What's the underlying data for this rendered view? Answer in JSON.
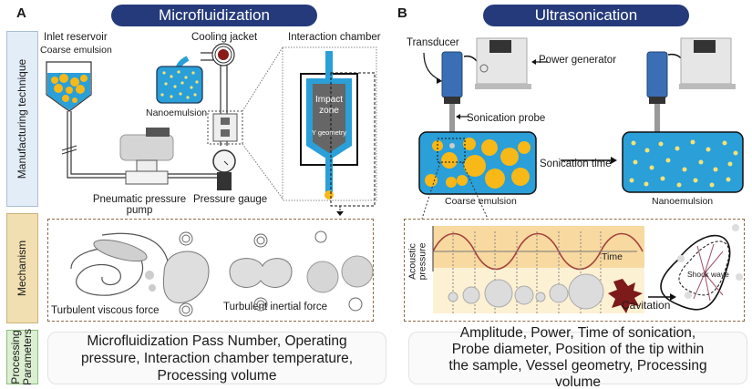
{
  "panels": {
    "a": {
      "letter": "A",
      "title": "Microfluidization",
      "labels": {
        "inlet_reservoir": "Inlet reservoir",
        "coarse_emulsion": "Coarse emulsion",
        "cooling_jacket": "Cooling jacket",
        "interaction_chamber": "Interaction chamber",
        "nanoemulsion": "Nanoemulsion",
        "impact_zone_line1": "Impact",
        "impact_zone_line2": "zone",
        "y_geometry": "Y geometry",
        "pneumatic_pump_line1": "Pneumatic pressure",
        "pneumatic_pump_line2": "pump",
        "pressure_gauge": "Pressure gauge"
      },
      "mechanism": {
        "viscous": "Turbulent viscous force",
        "inertial": "Turbulent inertial force"
      },
      "parameters": "Microfluidization Pass Number, Operating pressure, Interaction chamber temperature, Processing volume"
    },
    "b": {
      "letter": "B",
      "title": "Ultrasonication",
      "labels": {
        "transducer": "Transducer",
        "power_generator": "Power generator",
        "sonication_probe": "Sonication probe",
        "coarse_emulsion": "Coarse emulsion",
        "sonication_time": "Sonication time",
        "nanoemulsion": "Nanoemulsion"
      },
      "mechanism": {
        "acoustic_line1": "Acoustic",
        "acoustic_line2": "pressure",
        "time": "Time",
        "cavitation": "Cavitation",
        "shock_wave": "Shock wave"
      },
      "parameters": "Amplitude, Power, Time of sonication, Probe diameter, Position of the tip within the sample, Vessel geometry, Processing volume"
    }
  },
  "row_labels": {
    "manufacturing": "Manufacturing technique",
    "mechanism": "Mechanism",
    "processing_line1": "Processing",
    "processing_line2": "Parameters"
  },
  "colors": {
    "pill": "#253a7a",
    "emulsion_blue": "#2a9fd8",
    "droplet_yellow": "#f7b818",
    "droplet_light": "#f3e27a",
    "wave": "#a0403a",
    "cavitation": "#7d1a1a"
  }
}
